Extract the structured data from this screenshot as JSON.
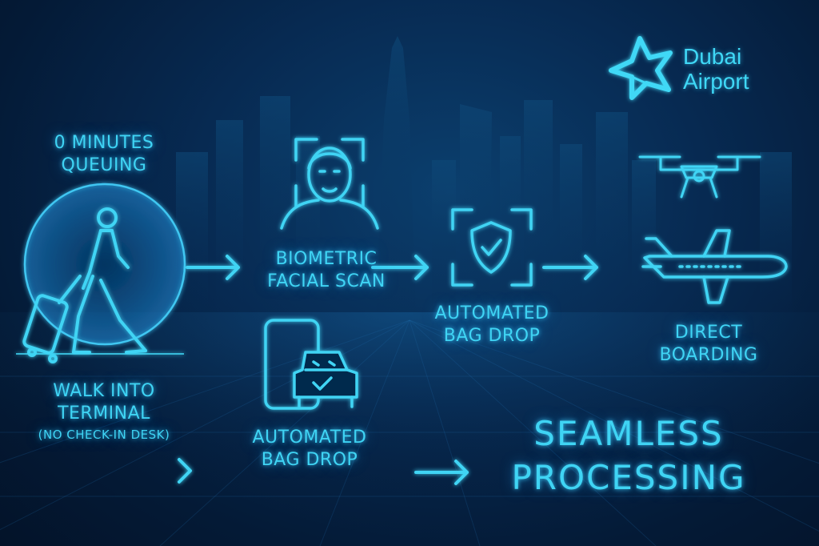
{
  "colors": {
    "accent": "#3fd4f4",
    "background": "#05162e"
  },
  "logo": {
    "line1": "Dubai",
    "line2": "Airport",
    "icon": "star-logo-icon"
  },
  "steps": {
    "queue": {
      "line1": "0 MINUTES",
      "line2": "QUEUING"
    },
    "walk": {
      "line1": "WALK INTO",
      "line2": "TERMINAL",
      "line3": "(NO CHECK-IN DESK)"
    },
    "biometric": {
      "line1": "BIOMETRIC",
      "line2": "FACIAL SCAN"
    },
    "bag_drop_top": {
      "line1": "AUTOMATED",
      "line2": "BAG DROP"
    },
    "bag_drop_bottom": {
      "line1": "AUTOMATED",
      "line2": "BAG DROP"
    },
    "boarding": {
      "line1": "DIRECT",
      "line2": "BOARDING"
    },
    "seamless": {
      "line1": "SEAMLESS",
      "line2": "PROCESSING"
    }
  },
  "icons": [
    "walking-traveler-icon",
    "face-scan-icon",
    "shield-check-icon",
    "phone-car-icon",
    "drone-icon",
    "airplane-icon",
    "arrow-right-icon"
  ]
}
